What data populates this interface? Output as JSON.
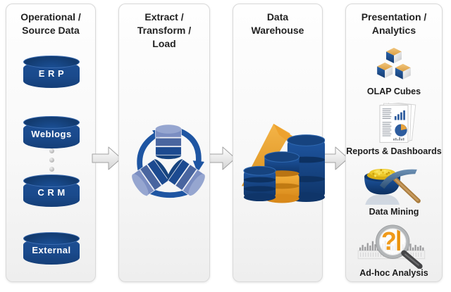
{
  "diagram": {
    "background_color": "#ffffff",
    "accent_blue": "#17498c",
    "accent_orange": "#efa02f",
    "arrow_fill": "#e6e6e6"
  },
  "panels": [
    {
      "id": "sources",
      "title": [
        "Operational /",
        "Source Data"
      ],
      "sources": [
        {
          "label": "E R P"
        },
        {
          "label": "Weblogs"
        },
        {
          "label": "C R M"
        },
        {
          "label": "External"
        }
      ]
    },
    {
      "id": "etl",
      "title": [
        "Extract /",
        "Transform /",
        "Load"
      ],
      "icon": "etl-cycle-icon"
    },
    {
      "id": "warehouse",
      "title": [
        "Data",
        "Warehouse"
      ],
      "icon": "data-warehouse-icon"
    },
    {
      "id": "presentation",
      "title": [
        "Presentation /",
        "Analytics"
      ],
      "items": [
        {
          "label": "OLAP Cubes",
          "icon": "olap-cubes-icon"
        },
        {
          "label": "Reports & Dashboards",
          "icon": "reports-dashboards-icon"
        },
        {
          "label": "Data Mining",
          "icon": "data-mining-icon"
        },
        {
          "label": "Ad-hoc Analysis",
          "icon": "adhoc-analysis-icon"
        }
      ]
    }
  ],
  "adhoc_question_glyph": "?"
}
